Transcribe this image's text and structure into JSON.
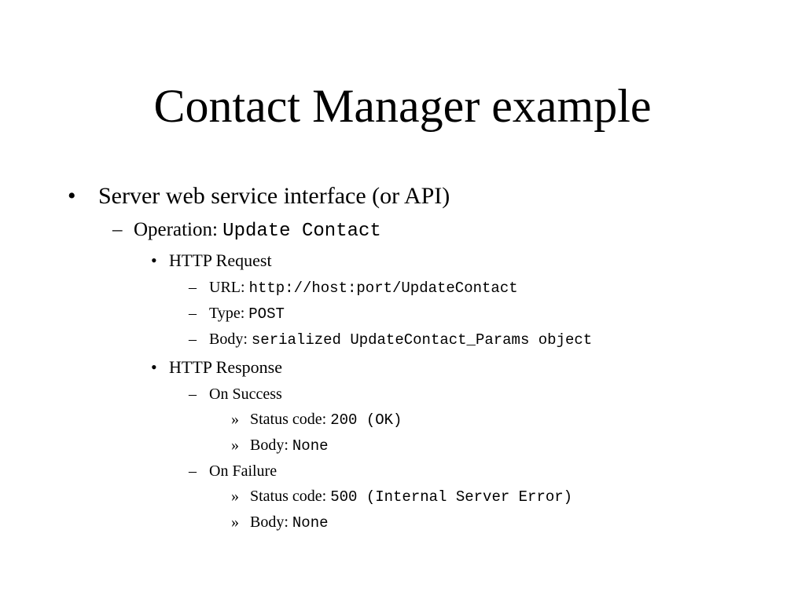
{
  "slide": {
    "title": "Contact Manager example",
    "bullets": {
      "main": {
        "marker": "•",
        "text": "Server web service interface (or API)"
      },
      "operation": {
        "marker": "–",
        "label": "Operation: ",
        "value": "Update Contact"
      },
      "http_request": {
        "marker": "•",
        "text": "HTTP Request",
        "items": [
          {
            "marker": "–",
            "label": "URL: ",
            "value": "http://host:port/UpdateContact"
          },
          {
            "marker": "–",
            "label": "Type: ",
            "value": "POST"
          },
          {
            "marker": "–",
            "label": "Body: ",
            "value": "serialized UpdateContact_Params object"
          }
        ]
      },
      "http_response": {
        "marker": "•",
        "text": "HTTP Response",
        "success": {
          "marker": "–",
          "text": "On Success",
          "items": [
            {
              "marker": "»",
              "label": "Status code: ",
              "value": "200 (OK)"
            },
            {
              "marker": "»",
              "label": "Body: ",
              "value": "None"
            }
          ]
        },
        "failure": {
          "marker": "–",
          "text": "On Failure",
          "items": [
            {
              "marker": "»",
              "label": "Status code: ",
              "value": "500 (Internal Server Error)"
            },
            {
              "marker": "»",
              "label": "Body: ",
              "value": "None"
            }
          ]
        }
      }
    }
  }
}
